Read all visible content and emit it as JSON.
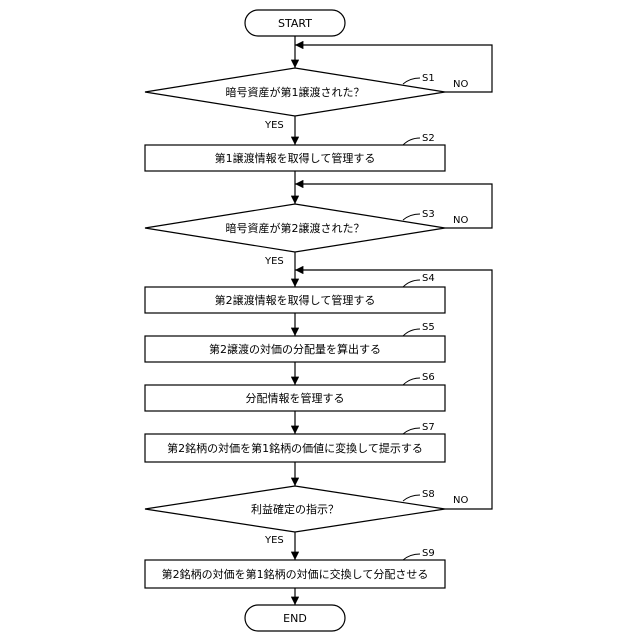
{
  "flowchart": {
    "start": "START",
    "end": "END",
    "steps": {
      "s1": {
        "id": "S1",
        "text": "暗号資産が第1譲渡された？"
      },
      "s2": {
        "id": "S2",
        "text": "第1譲渡情報を取得して管理する"
      },
      "s3": {
        "id": "S3",
        "text": "暗号資産が第2譲渡された？"
      },
      "s4": {
        "id": "S4",
        "text": "第2譲渡情報を取得して管理する"
      },
      "s5": {
        "id": "S5",
        "text": "第2譲渡の対価の分配量を算出する"
      },
      "s6": {
        "id": "S6",
        "text": "分配情報を管理する"
      },
      "s7": {
        "id": "S7",
        "text": "第2銘柄の対価を第1銘柄の価値に変換して提示する"
      },
      "s8": {
        "id": "S8",
        "text": "利益確定の指示？"
      },
      "s9": {
        "id": "S9",
        "text": "第2銘柄の対価を第1銘柄の対価に交換して分配させる"
      }
    },
    "branch_labels": {
      "yes": "YES",
      "no": "NO"
    }
  }
}
